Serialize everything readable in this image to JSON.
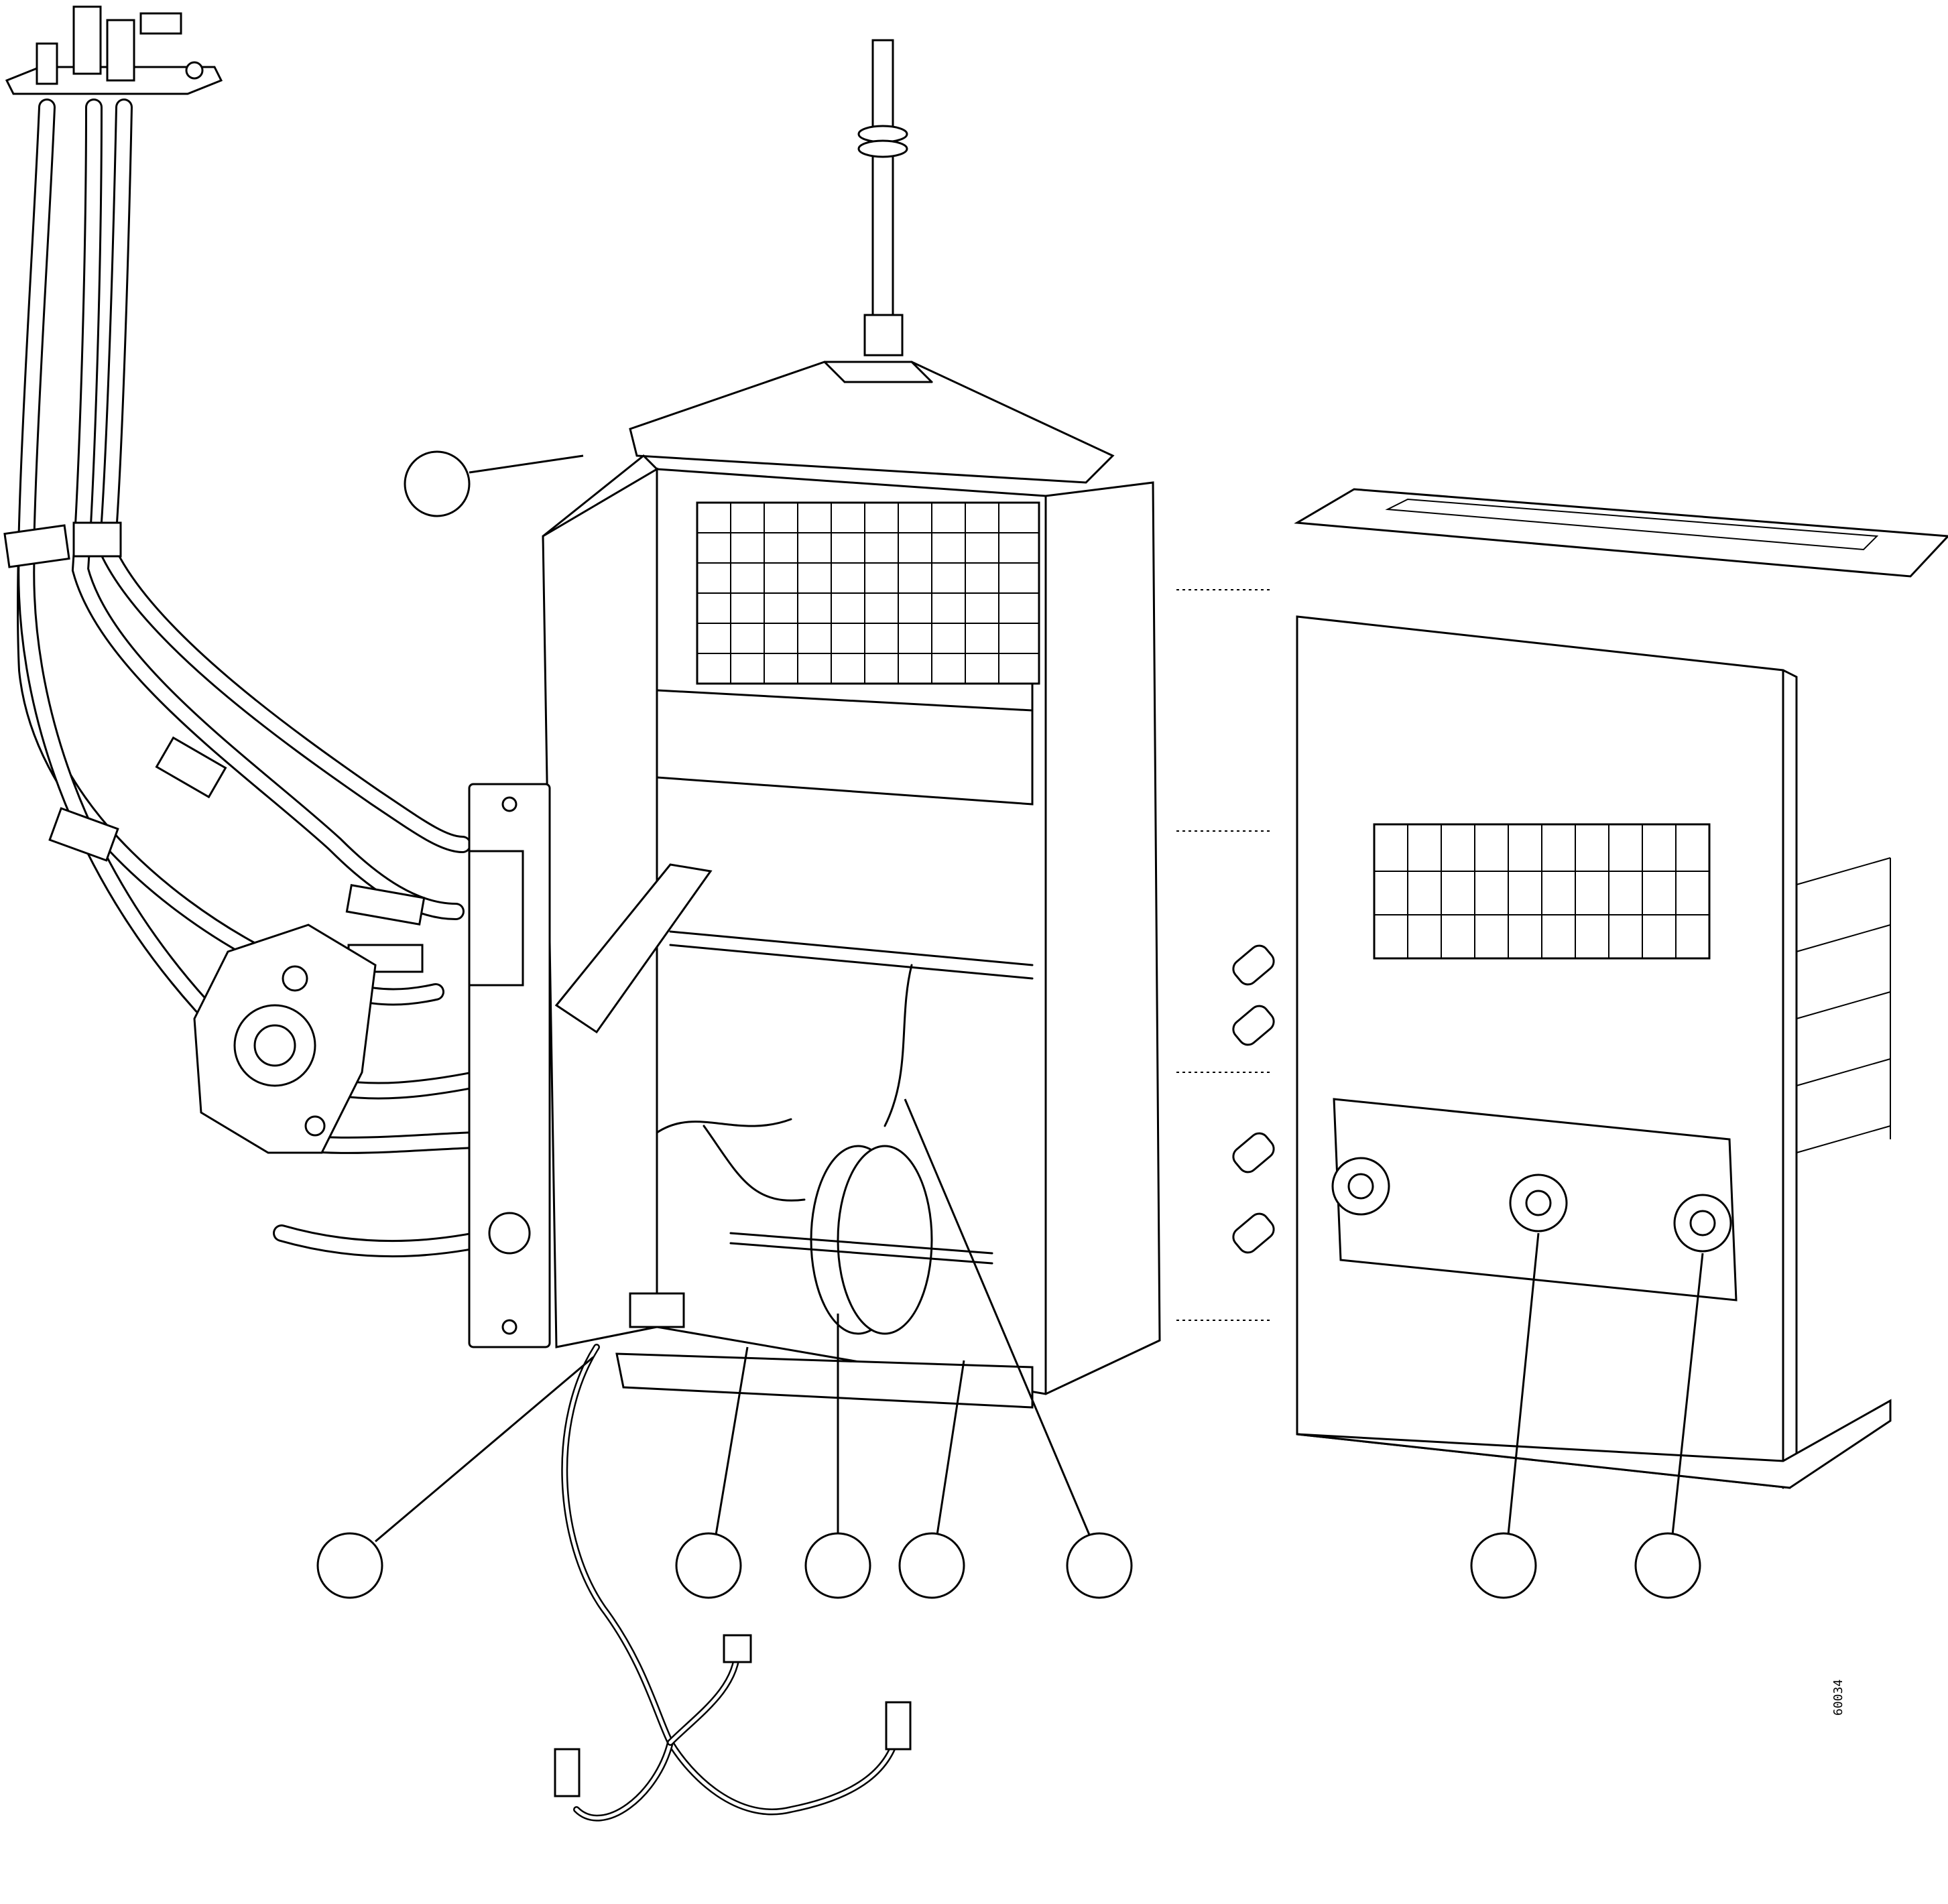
{
  "figure": {
    "reference_code": "60034",
    "callouts": [
      {
        "id": "callout-1",
        "label": ""
      },
      {
        "id": "callout-2",
        "label": ""
      },
      {
        "id": "callout-3",
        "label": ""
      },
      {
        "id": "callout-4",
        "label": ""
      },
      {
        "id": "callout-5",
        "label": ""
      },
      {
        "id": "callout-6",
        "label": ""
      },
      {
        "id": "callout-7",
        "label": ""
      },
      {
        "id": "callout-8",
        "label": ""
      }
    ]
  }
}
